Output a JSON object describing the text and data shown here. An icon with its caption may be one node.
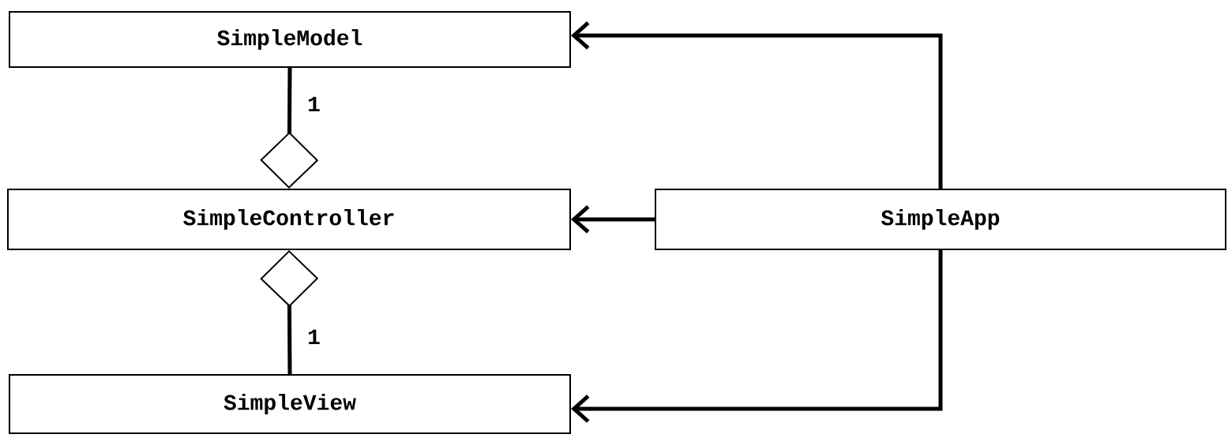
{
  "diagram": {
    "nodes": [
      {
        "text": [
          "SimpleModel"
        ]
      },
      {
        "text": [
          "SimpleController"
        ]
      },
      {
        "text": [
          "SimpleApp"
        ]
      },
      {
        "text": [
          "SimpleView"
        ]
      }
    ],
    "edges": [
      {
        "from": 1,
        "to": 0,
        "arrow": "other",
        "label": "1"
      },
      {
        "from": 1,
        "to": 3,
        "arrow": "other",
        "label": "1"
      },
      {
        "from": 2,
        "to": 0,
        "arrow": "to"
      },
      {
        "from": 2,
        "to": 1,
        "arrow": "to"
      },
      {
        "from": 2,
        "to": 3,
        "arrow": "to"
      }
    ]
  }
}
